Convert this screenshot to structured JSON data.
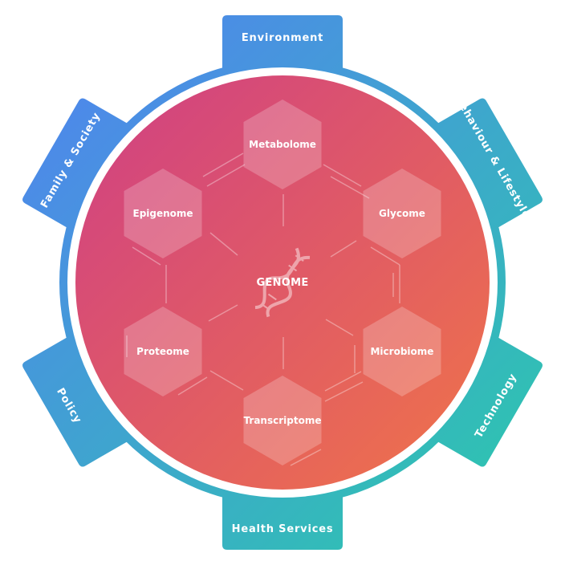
{
  "center": {
    "label": "GENOME",
    "icon": "dna-icon"
  },
  "omics": [
    {
      "id": "metabolome",
      "label": "Metabolome"
    },
    {
      "id": "glycome",
      "label": "Glycome"
    },
    {
      "id": "microbiome",
      "label": "Microbiome"
    },
    {
      "id": "transcriptome",
      "label": "Transcriptome"
    },
    {
      "id": "proteome",
      "label": "Proteome"
    },
    {
      "id": "epigenome",
      "label": "Epigenome"
    }
  ],
  "factors": [
    {
      "id": "environment",
      "label": "Environment"
    },
    {
      "id": "behaviour",
      "label": "Behaviour & Lifestyles"
    },
    {
      "id": "technology",
      "label": "Technology"
    },
    {
      "id": "health",
      "label": "Health Services"
    },
    {
      "id": "policy",
      "label": "Policy"
    },
    {
      "id": "family",
      "label": "Family & Society"
    }
  ],
  "colors": {
    "ring_start": "#4f86ec",
    "ring_end": "#2ec4b0",
    "core_start": "#cf3f85",
    "core_end": "#f07448"
  }
}
